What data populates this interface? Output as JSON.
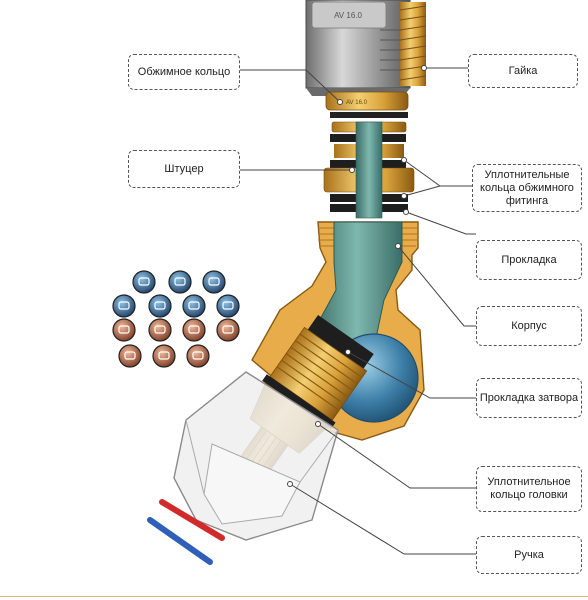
{
  "diagram": {
    "labels": {
      "compression_ring": "Обжимное кольцо",
      "nut": "Гайка",
      "fitting": "Штуцер",
      "fitting_seal_rings": "Уплотнительные\nкольца обжимного\nфитинга",
      "gasket": "Прокладка",
      "body": "Корпус",
      "valve_gasket": "Прокладка затвора",
      "head_seal_ring": "Уплотнительное\nкольцо головки",
      "handle": "Ручка"
    },
    "nut_marking": "AV 16.0",
    "colors": {
      "brass": "#d9a13a",
      "brass_dark": "#a9711a",
      "body_cutaway": "#e8ad4a",
      "chrome": "#9a9a9a",
      "seal_black": "#1e1e1e",
      "inner_flow": "#4d8f88",
      "ball": "#3d7fa8",
      "handle_clear": "#eeeeee",
      "blue_tab": "#2f5fb8",
      "red_tab": "#d22a2a",
      "callout_border": "#555555",
      "rule": "#e8b080"
    },
    "swatches": {
      "blue_row_count": 2,
      "copper_row_count": 2,
      "icons": [
        "tap-symbol-icon",
        "shower-icon",
        "bath-icon",
        "sink-icon",
        "heating-icon",
        "washer-icon",
        "toilet-icon",
        "boiler-icon"
      ]
    }
  }
}
